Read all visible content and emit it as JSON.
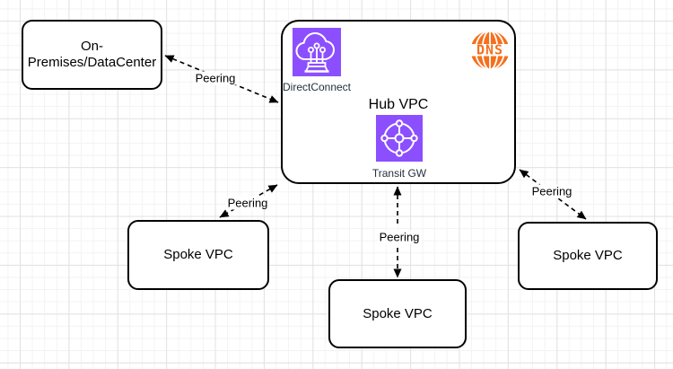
{
  "colors": {
    "aws_purple": "#8C4FFF",
    "aws_orange": "#F4701D",
    "box_border": "#000000",
    "icon_label_text": "#232F3E",
    "grid_major": "#e2e2e2",
    "grid_minor": "#f3f3f3"
  },
  "icons": {
    "direct_connect": "aws-direct-connect-cloud-icon",
    "transit_gateway": "aws-transit-gateway-icon",
    "dns": "dns-globe-icon"
  },
  "nodes": {
    "on_premises": {
      "label": "On-\nPremises/DataCenter"
    },
    "hub": {
      "label": "Hub VPC",
      "direct_connect": {
        "label": "DirectConnect"
      },
      "transit_gateway": {
        "label": "Transit GW"
      },
      "dns": {
        "text": "DNS"
      }
    },
    "spoke_left": {
      "label": "Spoke VPC"
    },
    "spoke_middle": {
      "label": "Spoke VPC"
    },
    "spoke_right": {
      "label": "Spoke VPC"
    }
  },
  "edges": {
    "onprem_hub": {
      "label": "Peering"
    },
    "hub_spoke_left": {
      "label": "Peering"
    },
    "hub_spoke_middle": {
      "label": "Peering"
    },
    "hub_spoke_right": {
      "label": "Peering"
    }
  }
}
